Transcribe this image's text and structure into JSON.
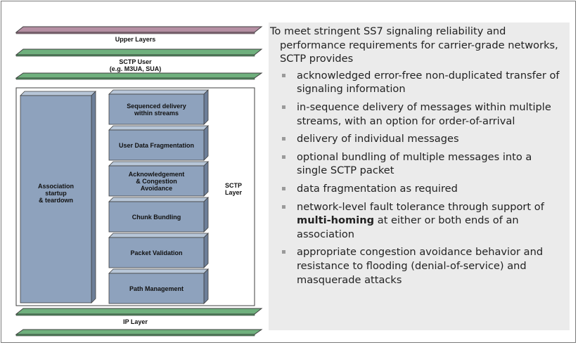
{
  "diagram": {
    "upper_layers": "Upper Layers",
    "sctp_user_line1": "SCTP User",
    "sctp_user_line2": "(e.g. M3UA, SUA)",
    "association_line1": "Association",
    "association_line2": "startup",
    "association_line3": "& teardown",
    "blocks": [
      {
        "line1": "Sequenced delivery",
        "line2": "within streams",
        "line3": ""
      },
      {
        "line1": "User Data Fragmentation",
        "line2": "",
        "line3": ""
      },
      {
        "line1": "Acknowledgement",
        "line2": "& Congestion",
        "line3": "Avoidance"
      },
      {
        "line1": "Chunk Bundling",
        "line2": "",
        "line3": ""
      },
      {
        "line1": "Packet Validation",
        "line2": "",
        "line3": ""
      },
      {
        "line1": "Path Management",
        "line2": "",
        "line3": ""
      }
    ],
    "sctp_layer_line1": "SCTP",
    "sctp_layer_line2": "Layer",
    "ip_layer": "IP Layer",
    "colors": {
      "upper_bar": "#b58fa3",
      "green_bar": "#6fb07d",
      "block_front": "#8ea2bd",
      "block_top": "#b7c6d8",
      "block_side": "#6d7f99",
      "outline": "#3f3f3f"
    }
  },
  "panel": {
    "intro": "To meet stringent SS7 signaling reliability and performance requirements for carrier-grade networks, SCTP provides",
    "bullets": [
      {
        "pre": "acknowledged error-free non-duplicated transfer of signaling information",
        "bold": "",
        "post": ""
      },
      {
        "pre": "in-sequence delivery of messages within multiple streams, with an option for order-of-arrival",
        "bold": "",
        "post": ""
      },
      {
        "pre": "delivery of individual messages",
        "bold": "",
        "post": ""
      },
      {
        "pre": "optional bundling of multiple messages into a single SCTP packet",
        "bold": "",
        "post": ""
      },
      {
        "pre": "data fragmentation as required",
        "bold": "",
        "post": ""
      },
      {
        "pre": "network-level fault tolerance through support of ",
        "bold": "multi-homing",
        "post": " at either or both ends of an association"
      },
      {
        "pre": "appropriate congestion avoidance behavior and resistance to flooding (denial-of-service) and masquerade attacks",
        "bold": "",
        "post": ""
      }
    ]
  }
}
